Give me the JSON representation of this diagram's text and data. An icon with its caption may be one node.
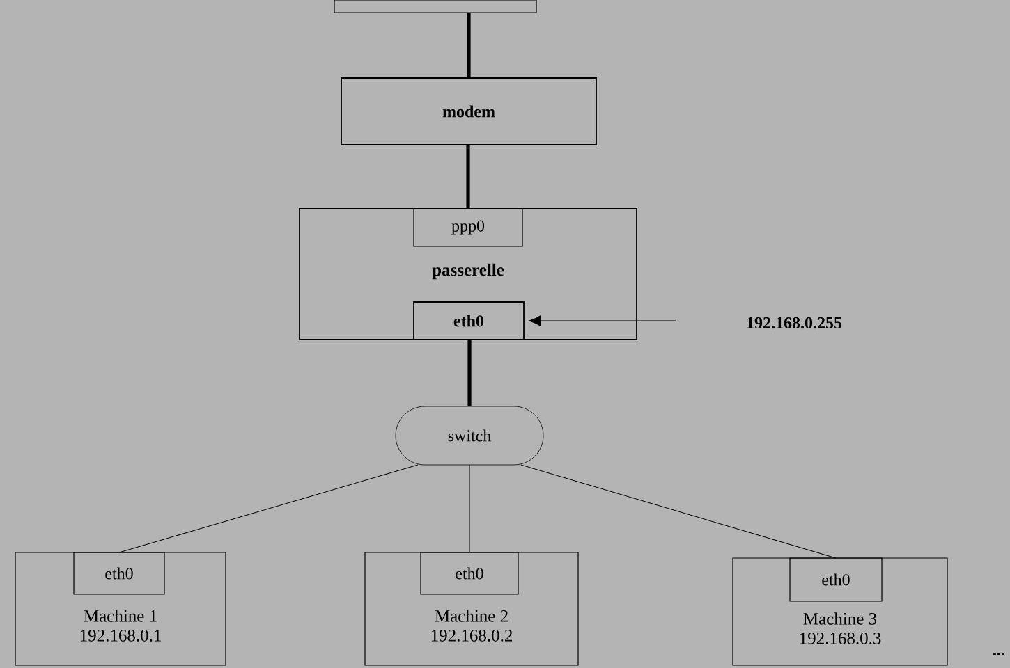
{
  "diagram": {
    "nodes": [
      {
        "text": [],
        "shape": "box"
      },
      {
        "text": [
          "modem"
        ]
      },
      {
        "text": [
          "passerelle"
        ]
      },
      {
        "text": [
          "ppp0"
        ],
        "in": 2
      },
      {
        "text": [
          "eth0"
        ],
        "in": 2
      },
      {
        "text": [
          "192.168.0.255"
        ]
      },
      {
        "text": [
          "switch"
        ]
      },
      {
        "text": [
          "Machine 1",
          "192.168.0.1"
        ]
      },
      {
        "text": [
          "eth0"
        ],
        "in": 7
      },
      {
        "text": [
          "Machine 2",
          "192.168.0.2"
        ]
      },
      {
        "text": [
          "eth0"
        ],
        "in": 9
      },
      {
        "text": [
          "Machine 3",
          "192.168.0.3"
        ]
      },
      {
        "text": [
          "eth0"
        ],
        "in": 11
      }
    ],
    "edges": [
      {
        "from": 0,
        "to": 1,
        "arrow": "none",
        "style": "thick"
      },
      {
        "from": 1,
        "to": 3,
        "arrow": "none",
        "style": "thick"
      },
      {
        "from": 4,
        "to": 6,
        "arrow": "none",
        "style": "thick"
      },
      {
        "from": 5,
        "to": 4,
        "arrow": "to"
      },
      {
        "from": 6,
        "to": 8,
        "arrow": "none"
      },
      {
        "from": 6,
        "to": 10,
        "arrow": "none"
      },
      {
        "from": 6,
        "to": 12,
        "arrow": "none"
      }
    ],
    "labels": [
      "..."
    ]
  }
}
